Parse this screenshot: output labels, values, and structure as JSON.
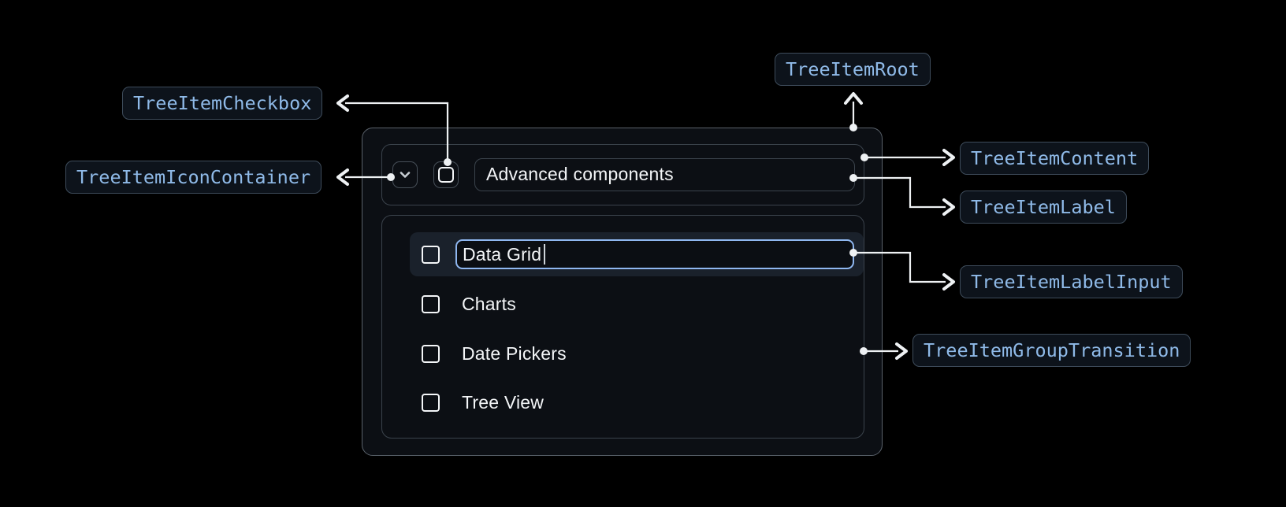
{
  "anatomy": {
    "badges": {
      "root": {
        "label": "TreeItemRoot"
      },
      "checkbox": {
        "label": "TreeItemCheckbox"
      },
      "icon_container": {
        "label": "TreeItemIconContainer"
      },
      "content": {
        "label": "TreeItemContent"
      },
      "label": {
        "label": "TreeItemLabel"
      },
      "label_input": {
        "label": "TreeItemLabelInput"
      },
      "group_transition": {
        "label": "TreeItemGroupTransition"
      }
    }
  },
  "tree": {
    "parent": {
      "label": "Advanced components",
      "expanded": true,
      "checked": false
    },
    "children": [
      {
        "label": "Data Grid",
        "checked": false,
        "editing": true
      },
      {
        "label": "Charts",
        "checked": false,
        "editing": false
      },
      {
        "label": "Date Pickers",
        "checked": false,
        "editing": false
      },
      {
        "label": "Tree View",
        "checked": false,
        "editing": false
      }
    ]
  },
  "colors": {
    "accent_text": "#8fbae8",
    "badge_background": "#0d131b",
    "badge_border": "#3e4c5b",
    "card_background": "#0c0f14",
    "connector_line": "#eef1f3",
    "input_focus_border": "#8fb7f0",
    "row_highlight": "#1a212b",
    "page_background": "#000000"
  }
}
